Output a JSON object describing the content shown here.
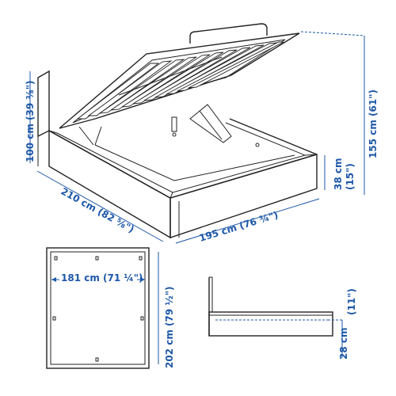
{
  "diagram": {
    "accent_color": "#1d57a8",
    "line_color": "#222222",
    "views": [
      "iso-view",
      "top-view",
      "side-view"
    ]
  },
  "dimensions": {
    "headboard_height": "100 cm (39 ⅜\")",
    "total_height": "155 cm (61\")",
    "side_height": "38 cm (15\")",
    "side_height_metric": "38 cm",
    "side_height_imperial": "(15\")",
    "bed_length": "210 cm (82 ⅝\")",
    "bed_width": "195 cm (76 ¾\")",
    "mattress_width": "181 cm (71 ¼\")",
    "mattress_length": "202 cm (79 ½\")",
    "under_clearance": "28 cm (11\")",
    "under_clearance_metric": "28 cm",
    "under_clearance_imperial": "(11\")"
  }
}
